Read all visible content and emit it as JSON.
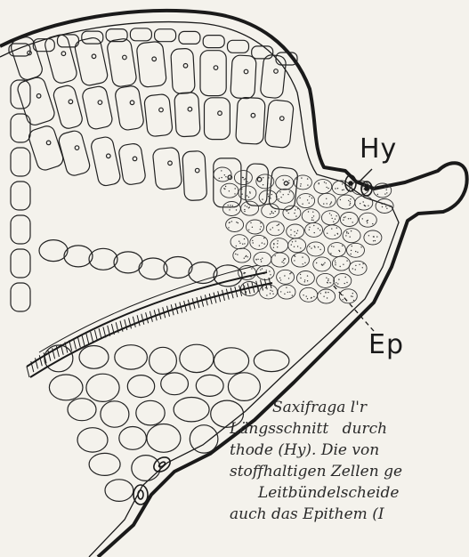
{
  "labels": {
    "hydathode": "Hy",
    "epithem": "Ep"
  },
  "caption": [
    "Saxifraga l'r",
    "Längsschnitt durch",
    "thode (Hy). Die von",
    "stoffhaltigen Zellen ge",
    "Leitbündelscheide",
    "auch das Epithem (I"
  ],
  "colors": {
    "ink": "#1a1a1a",
    "paper": "#f4f2ec"
  }
}
